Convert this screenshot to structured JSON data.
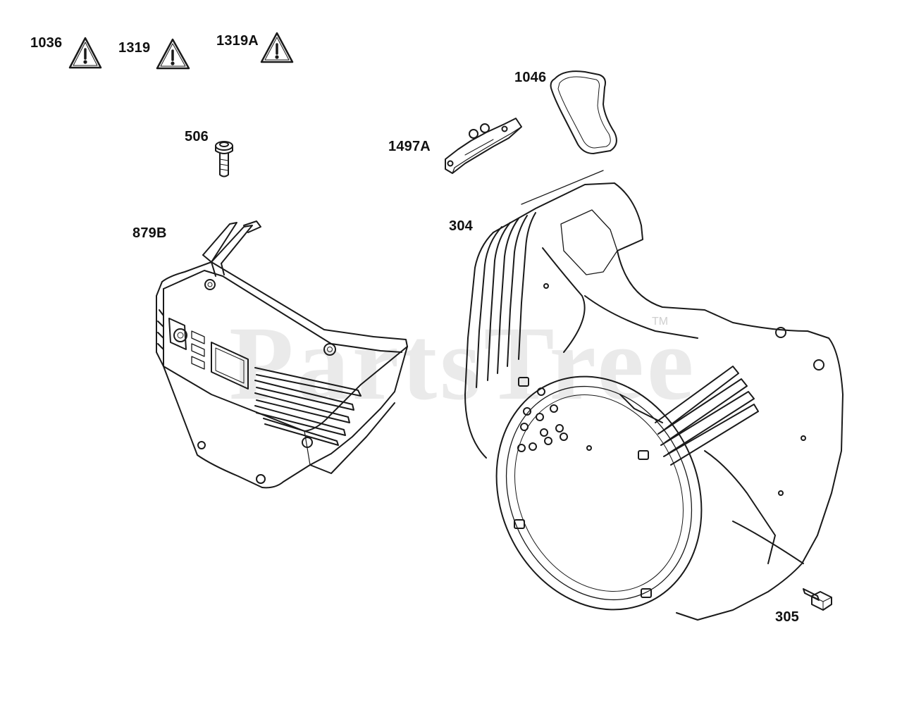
{
  "watermark": {
    "text": "PartsTree",
    "trademark": "TM"
  },
  "labels": {
    "p1036": "1036",
    "p1319": "1319",
    "p1319A": "1319A",
    "p1046": "1046",
    "p506": "506",
    "p1497A": "1497A",
    "p879B": "879B",
    "p304": "304",
    "p305": "305"
  },
  "icons": {
    "warning": "warning-triangle-icon"
  },
  "colors": {
    "line": "#1a1a1a",
    "watermark": "#d9d9d9",
    "background": "#ffffff"
  }
}
